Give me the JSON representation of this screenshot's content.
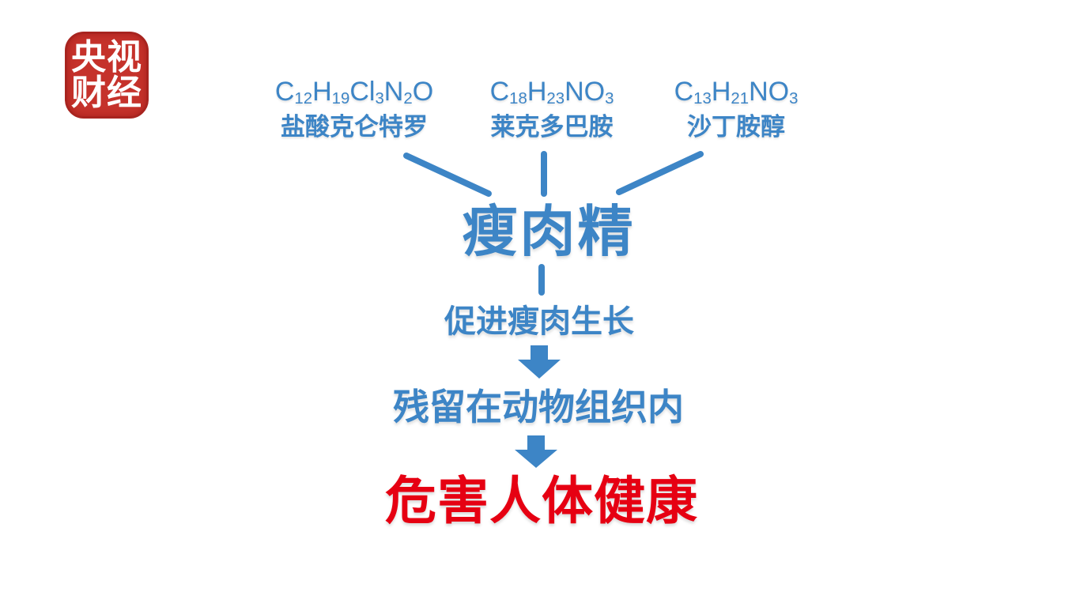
{
  "colors": {
    "blue": "#3d85c6",
    "red": "#e60012",
    "logo_bg": "#c5322b",
    "logo_border": "#a8241f",
    "logo_text": "#ffffff",
    "page_bg": "#ffffff"
  },
  "logo": {
    "line1": "央视",
    "line2": "财经"
  },
  "diagram": {
    "sources": [
      {
        "formula": "C12H19Cl3N2O",
        "name": "盐酸克仑特罗"
      },
      {
        "formula": "C18H23NO3",
        "name": "莱克多巴胺"
      },
      {
        "formula": "C13H21NO3",
        "name": "沙丁胺醇"
      }
    ],
    "central": "瘦肉精",
    "step1": "促进瘦肉生长",
    "step2": "残留在动物组织内",
    "warning": "危害人体健康"
  }
}
